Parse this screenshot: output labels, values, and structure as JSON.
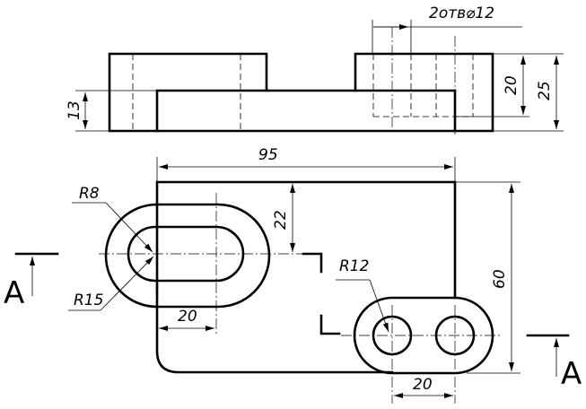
{
  "holes_label": "2отв⌀12",
  "top_view": {
    "dim_height_20": "20",
    "dim_height_25": "25",
    "dim_base_13": "13"
  },
  "plan_view": {
    "dim_length_95": "95",
    "dim_width_60": "60",
    "dim_22": "22",
    "dim_slot_20": "20",
    "dim_holes_20": "20",
    "radius_r8": "R8",
    "radius_r15": "R15",
    "radius_r12": "R12"
  },
  "section": {
    "left_label": "А",
    "right_label": "А"
  }
}
